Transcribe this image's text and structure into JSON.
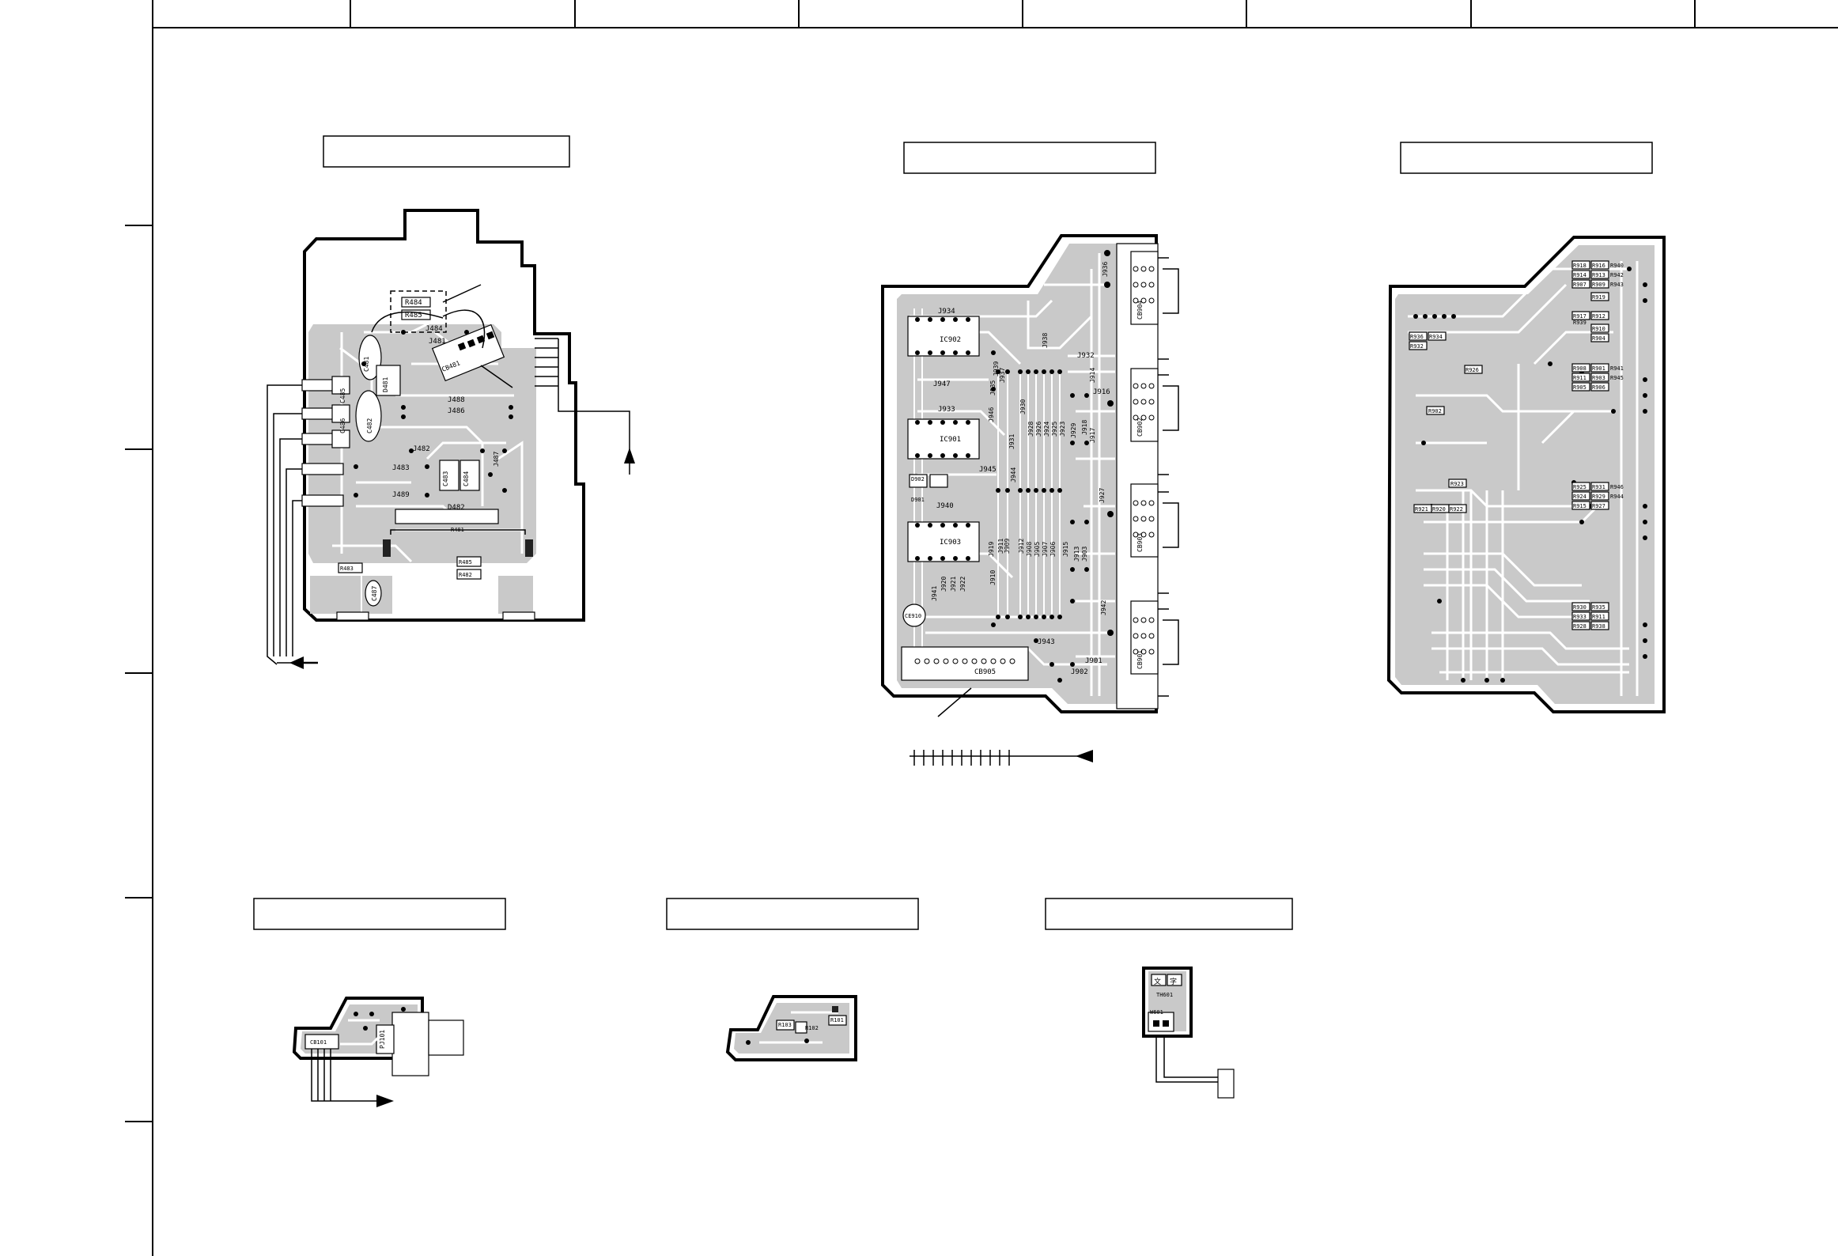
{
  "board1": {
    "labels": [
      "R484",
      "R485",
      "J484",
      "J481",
      "CB481",
      "D481",
      "C481",
      "J488",
      "J486",
      "C482",
      "C483",
      "C484",
      "J482",
      "J483",
      "J489",
      "C485",
      "C486",
      "J487",
      "D482",
      "R481",
      "R483",
      "R485",
      "R482",
      "C487"
    ]
  },
  "board2": {
    "labels": [
      "J936",
      "J934",
      "IC902",
      "J938",
      "J939",
      "J935",
      "J937",
      "J932",
      "J947",
      "J946",
      "J933",
      "J930",
      "IC901",
      "J945",
      "J944",
      "D902",
      "D901",
      "J940",
      "IC903",
      "J941",
      "J928",
      "J926",
      "J924",
      "J929",
      "J925",
      "J923",
      "J918",
      "J916",
      "J917",
      "J914",
      "J931",
      "J920",
      "J921",
      "J922",
      "J919",
      "J909",
      "J911",
      "J912",
      "J908",
      "J905",
      "J907",
      "J906",
      "J915",
      "J913",
      "J903",
      "J927",
      "J910",
      "J942",
      "J943",
      "J902",
      "J901",
      "CB905",
      "CB904",
      "CB902",
      "CB903",
      "CB901",
      "CE910"
    ]
  },
  "board3": {
    "labels": [
      "R918",
      "R914",
      "R907",
      "R916",
      "R913",
      "R909",
      "R919",
      "R917",
      "R912",
      "R910",
      "R904",
      "R908",
      "R911",
      "R905",
      "R901",
      "R903",
      "R906",
      "R902",
      "R936",
      "R934",
      "R932",
      "R923",
      "R921",
      "R920",
      "R922",
      "R925",
      "R924",
      "R915",
      "R931",
      "R929",
      "R927",
      "R926",
      "R930",
      "R933",
      "R928",
      "R935",
      "R911",
      "R938",
      "R939",
      "R940",
      "R942",
      "R943",
      "R941",
      "R945",
      "R946",
      "R944"
    ]
  },
  "board4": {
    "labels": [
      "CB101",
      "PJ101"
    ]
  },
  "board5": {
    "labels": [
      "R103",
      "R102",
      "R101"
    ]
  },
  "board6": {
    "labels": [
      "文",
      "字",
      "TH601",
      "W601"
    ]
  }
}
